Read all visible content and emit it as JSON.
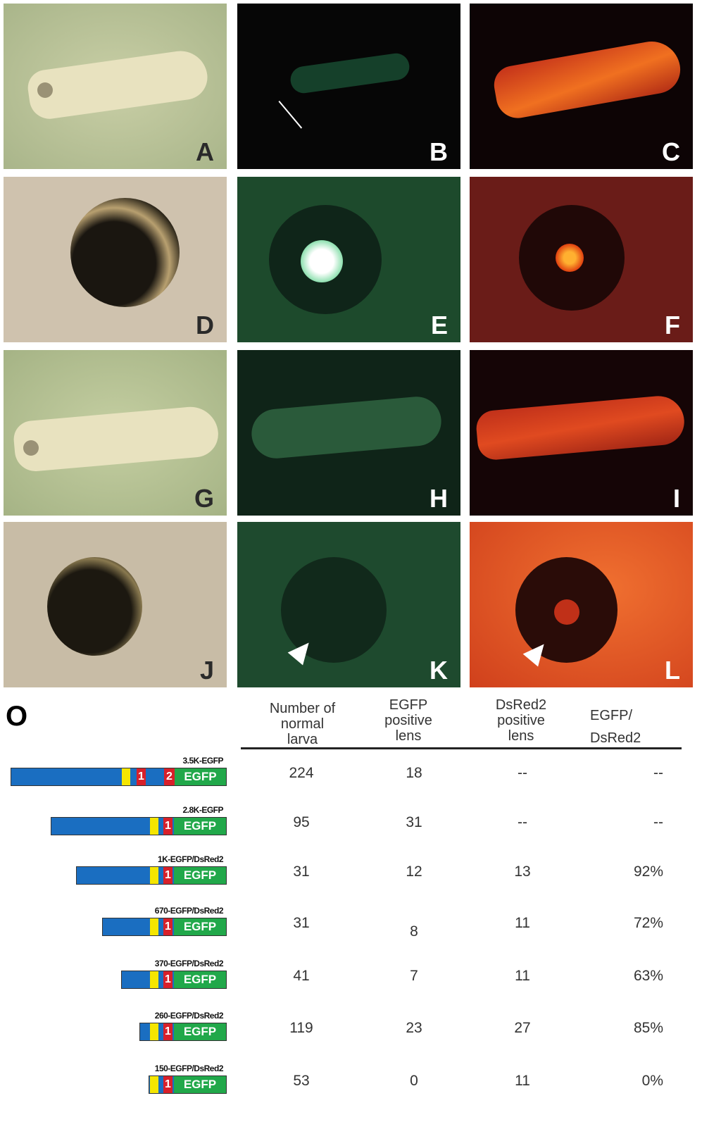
{
  "panels": [
    "A",
    "B",
    "C",
    "D",
    "E",
    "F",
    "G",
    "H",
    "I",
    "J",
    "K",
    "L"
  ],
  "section_label": "O",
  "table": {
    "headers": [
      [
        "Number of",
        "normal",
        "larva"
      ],
      [
        "EGFP",
        "positive",
        "lens"
      ],
      [
        "DsRed2",
        "positive",
        "lens"
      ],
      [
        "EGFP/",
        "DsRed2"
      ]
    ],
    "rows": [
      {
        "construct": "3.5K-EGFP",
        "exons": [
          "1",
          "2"
        ],
        "reporter": "EGFP",
        "larva": "224",
        "egfp": "18",
        "dsred": "--",
        "ratio": "--"
      },
      {
        "construct": "2.8K-EGFP",
        "exons": [
          "1"
        ],
        "reporter": "EGFP",
        "larva": "95",
        "egfp": "31",
        "dsred": "--",
        "ratio": "--"
      },
      {
        "construct": "1K-EGFP/DsRed2",
        "exons": [
          "1"
        ],
        "reporter": "EGFP",
        "larva": "31",
        "egfp": "12",
        "dsred": "13",
        "ratio": "92%"
      },
      {
        "construct": "670-EGFP/DsRed2",
        "exons": [
          "1"
        ],
        "reporter": "EGFP",
        "larva": "31",
        "egfp": "8",
        "dsred": "11",
        "ratio": "72%"
      },
      {
        "construct": "370-EGFP/DsRed2",
        "exons": [
          "1"
        ],
        "reporter": "EGFP",
        "larva": "41",
        "egfp": "7",
        "dsred": "11",
        "ratio": "63%"
      },
      {
        "construct": "260-EGFP/DsRed2",
        "exons": [
          "1"
        ],
        "reporter": "EGFP",
        "larva": "119",
        "egfp": "23",
        "dsred": "27",
        "ratio": "85%"
      },
      {
        "construct": "150-EGFP/DsRed2",
        "exons": [
          "1"
        ],
        "reporter": "EGFP",
        "larva": "53",
        "egfp": "0",
        "dsred": "11",
        "ratio": "0%"
      }
    ]
  },
  "colors": {
    "promoter": "#1a6ec1",
    "element": "#f5e600",
    "exon": "#d8202a",
    "reporter": "#21a84a"
  }
}
